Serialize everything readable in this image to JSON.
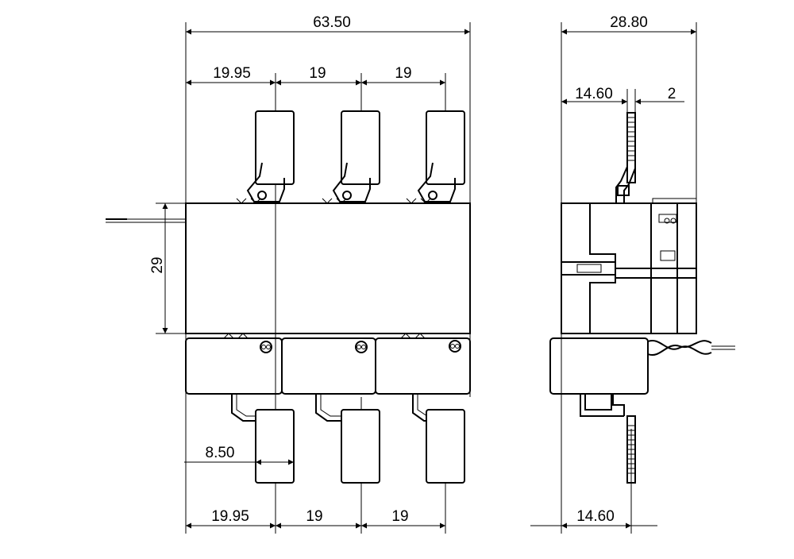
{
  "drawing": {
    "dimensions": {
      "front_overall_width": "63.50",
      "front_top_pitch_1": "19.95",
      "front_top_pitch_2": "19",
      "front_top_pitch_3": "19",
      "front_height": "29",
      "front_terminal_width": "8.50",
      "front_bottom_pitch_1": "19.95",
      "front_bottom_pitch_2": "19",
      "front_bottom_pitch_3": "19",
      "side_overall_width": "28.80",
      "side_top_offset": "14.60",
      "side_top_thickness": "2",
      "side_bottom_offset": "14.60"
    }
  }
}
